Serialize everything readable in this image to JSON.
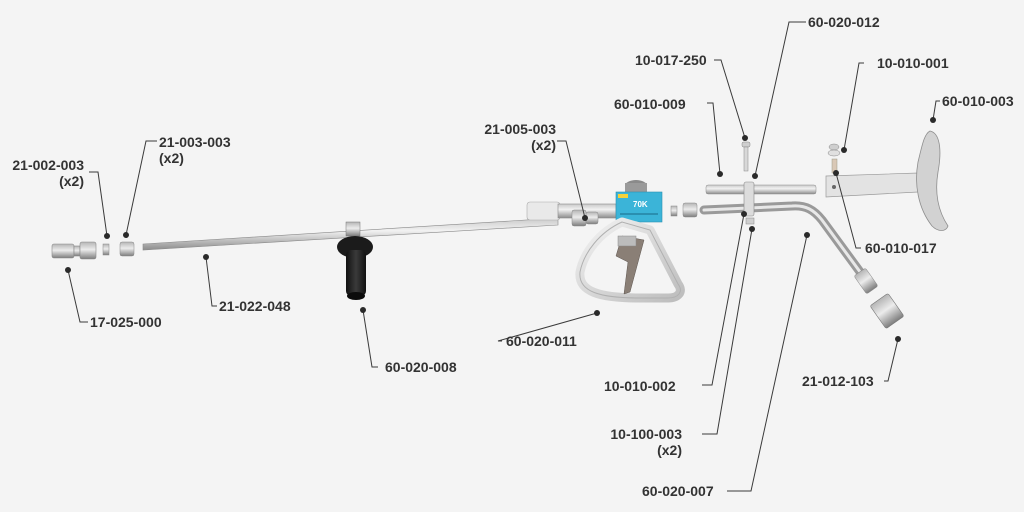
{
  "diagram": {
    "type": "exploded-parts-view",
    "background": "#f4f4f4",
    "label_color": "#333333",
    "gauge_label_color": "#3bb4d8",
    "parts": [
      {
        "id": "p1",
        "number": "21-002-003",
        "qty": "(x2)"
      },
      {
        "id": "p2",
        "number": "21-003-003",
        "qty": "(x2)"
      },
      {
        "id": "p3",
        "number": "17-025-000",
        "qty": ""
      },
      {
        "id": "p4",
        "number": "21-022-048",
        "qty": ""
      },
      {
        "id": "p5",
        "number": "60-020-008",
        "qty": ""
      },
      {
        "id": "p6",
        "number": "21-005-003",
        "qty": "(x2)"
      },
      {
        "id": "p7",
        "number": "60-020-011",
        "qty": ""
      },
      {
        "id": "p8",
        "number": "60-010-009",
        "qty": ""
      },
      {
        "id": "p9",
        "number": "10-017-250",
        "qty": ""
      },
      {
        "id": "p10",
        "number": "60-020-012",
        "qty": ""
      },
      {
        "id": "p11",
        "number": "10-010-001",
        "qty": ""
      },
      {
        "id": "p12",
        "number": "60-010-003",
        "qty": ""
      },
      {
        "id": "p13",
        "number": "60-010-017",
        "qty": ""
      },
      {
        "id": "p14",
        "number": "10-010-002",
        "qty": ""
      },
      {
        "id": "p15",
        "number": "10-100-003",
        "qty": "(x2)"
      },
      {
        "id": "p16",
        "number": "60-020-007",
        "qty": ""
      },
      {
        "id": "p17",
        "number": "21-012-103",
        "qty": ""
      }
    ],
    "gauge_text": "70K"
  }
}
